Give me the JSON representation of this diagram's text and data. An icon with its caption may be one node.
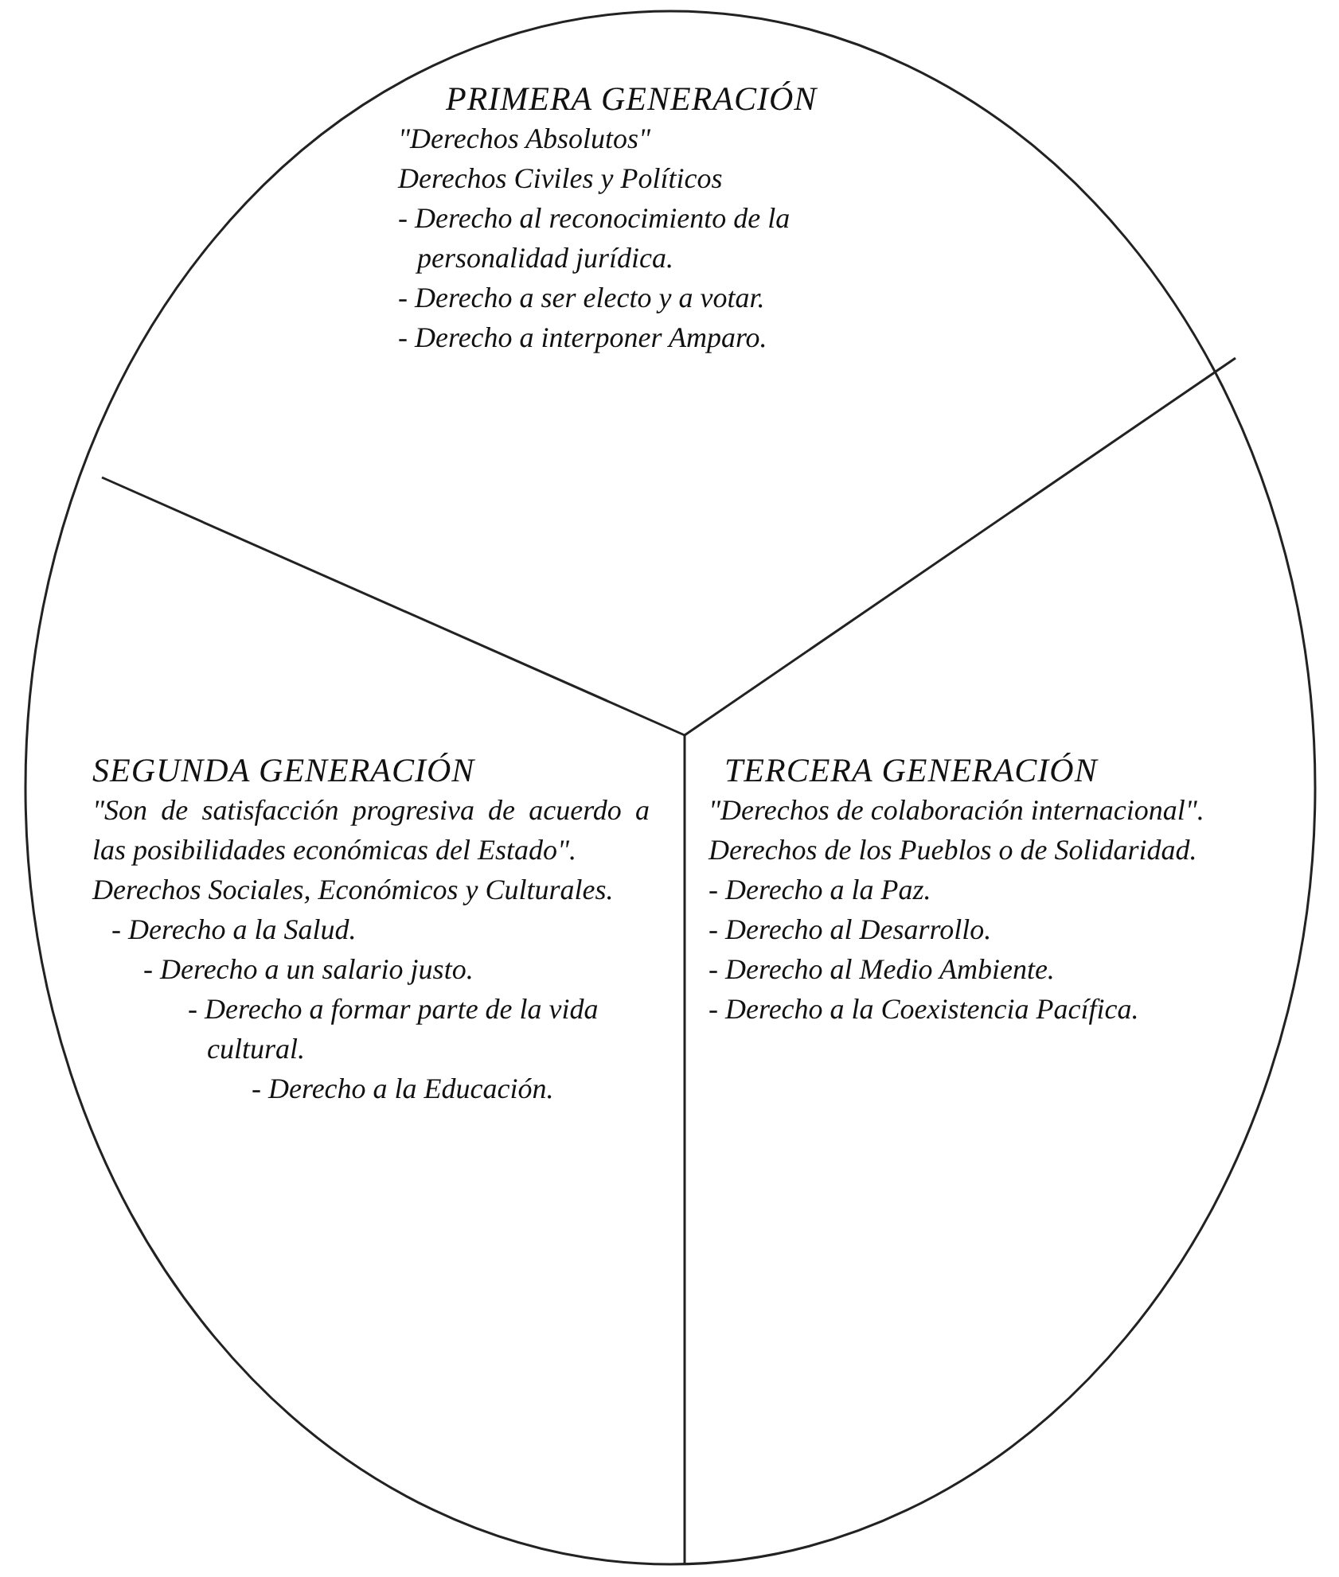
{
  "diagram": {
    "nodes": [
      {
        "text": [
          "PRIMERA GENERACIÓN",
          "\"Derechos Absolutos\"",
          "Derechos Civiles y Políticos",
          "- Derecho al reconocimiento de la personalidad jurídica.",
          "- Derecho a ser electo y a votar.",
          "- Derecho a interponer Amparo."
        ]
      },
      {
        "text": [
          "SEGUNDA GENERACIÓN",
          "\"Son de satisfacción progresiva de acuerdo a las posibilidades económicas del Estado\".",
          "Derechos Sociales, Económicos y Culturales.",
          "- Derecho a la Salud.",
          "- Derecho a un salario justo.",
          "- Derecho a formar parte de la vida cultural.",
          "- Derecho a la Educación."
        ]
      },
      {
        "text": [
          "TERCERA GENERACIÓN",
          "\"Derechos de colaboración internacional\".",
          "Derechos de los Pueblos o de Solidaridad.",
          "- Derecho a la Paz.",
          "- Derecho al Desarrollo.",
          "- Derecho al Medio Ambiente.",
          "- Derecho a la Coexistencia Pacífica."
        ]
      }
    ]
  }
}
